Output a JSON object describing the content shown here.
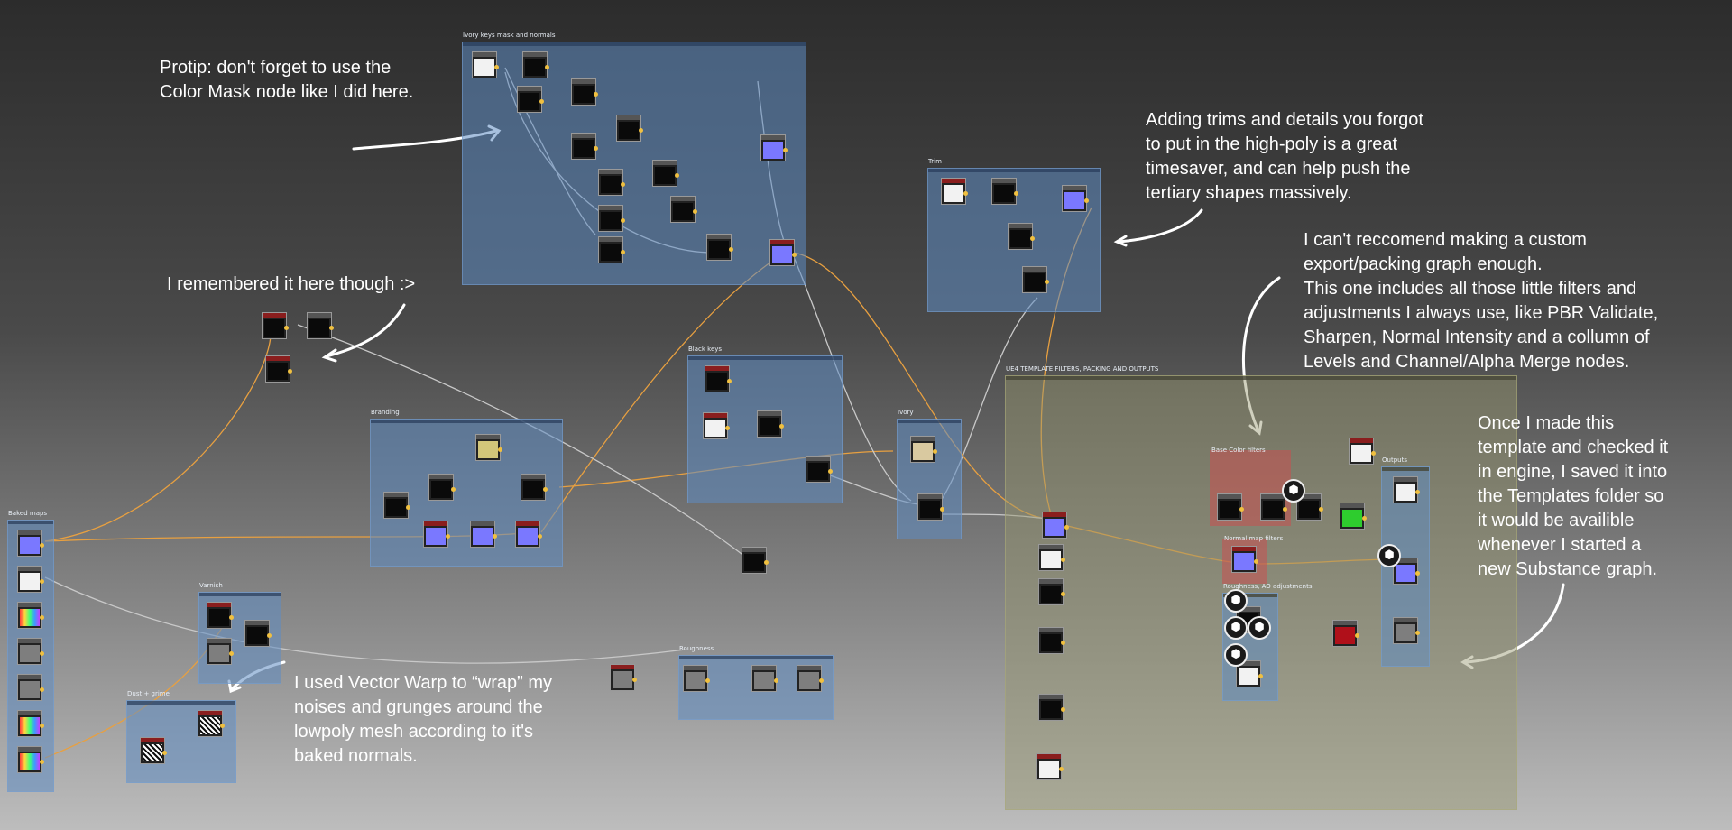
{
  "annotations": {
    "protip": "Protip: don't forget to use the\nColor Mask node like I did here.",
    "remembered": "I remembered it here though :>",
    "trims": "Adding trims and details you forgot\nto put in the high-poly is a great\ntimesaver, and can help push the\ntertiary shapes massively.",
    "export": "I can't reccomend making a custom\nexport/packing graph enough.\nThis one includes all those little filters and\nadjustments I always use, like PBR Validate,\nSharpen, Normal Intensity and a collumn of\nLevels and Channel/Alpha Merge nodes.",
    "template": "Once I made this\ntemplate and checked it\nin engine, I saved it into\nthe Templates folder so\nit would be availible\nwhenever I started a\nnew Substance graph.",
    "vectorwarp": "I used Vector Warp to “wrap” my\nnoises and grunges around the\nlowpoly mesh according to it's\nbaked normals."
  },
  "frames": {
    "ivory_keys": "Ivory keys mask and normals",
    "trim": "Trim",
    "black_keys": "Black keys",
    "branding": "Branding",
    "ivory": "Ivory",
    "baked_maps": "Baked maps",
    "varnish": "Varnish",
    "dust_grime": "Dust + grime",
    "roughness": "Roughness",
    "ue4_template": "UE4 TEMPLATE FILTERS, PACKING AND OUTPUTS",
    "base_color_filters": "Base Color filters",
    "normal_map_filters": "Normal map filters",
    "rough_ao": "Roughness, AO adjustments",
    "outputs": "Outputs"
  },
  "colors": {
    "wire_orange": "#e8a040",
    "wire_grey": "#c8c8c8",
    "frame_blue": "#5f8cc3",
    "frame_olive": "#96966e",
    "node_blue": "#7a78ff"
  }
}
